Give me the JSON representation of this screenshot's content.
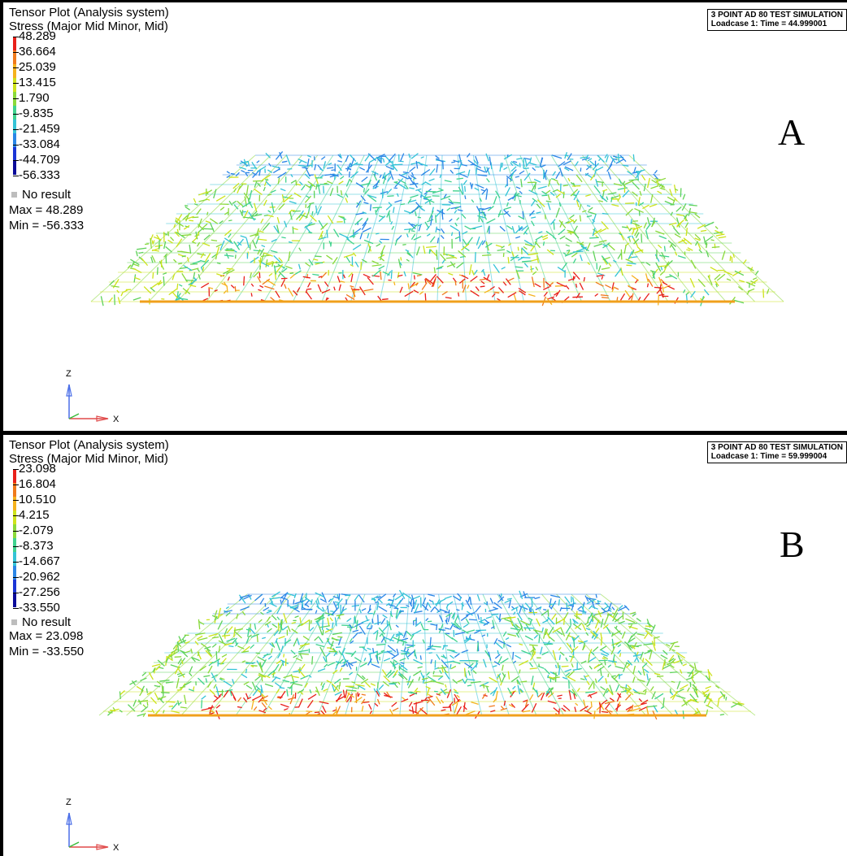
{
  "panels": [
    {
      "id": "A",
      "title": "Tensor Plot (Analysis system)",
      "subtitle": "Stress (Major Mid Minor, Mid)",
      "legend": [
        "48.289",
        "36.664",
        "25.039",
        "13.415",
        "1.790",
        "-9.835",
        "-21.459",
        "-33.084",
        "-44.709",
        "-56.333"
      ],
      "legend_colors": [
        "#e8201a",
        "#f07a1c",
        "#f5b21d",
        "#cde21b",
        "#8ad93a",
        "#3fd28e",
        "#34c3d6",
        "#2b86e6",
        "#1b35d6",
        "#0b0b9a"
      ],
      "no_result": "No result",
      "max_text": "Max = 48.289",
      "min_text": "Min = -56.333",
      "info_line1": "3 POINT AD 80 TEST SIMULATION",
      "info_line2": "Loadcase 1:  Time = 44.999001",
      "letter": "A",
      "axis_z": "Z",
      "axis_x": "X"
    },
    {
      "id": "B",
      "title": "Tensor Plot (Analysis system)",
      "subtitle": "Stress (Major Mid Minor, Mid)",
      "legend": [
        "23.098",
        "16.804",
        "10.510",
        "4.215",
        "-2.079",
        "-8.373",
        "-14.667",
        "-20.962",
        "-27.256",
        "-33.550"
      ],
      "legend_colors": [
        "#e8201a",
        "#f07a1c",
        "#f5b21d",
        "#cde21b",
        "#8ad93a",
        "#3fd28e",
        "#34c3d6",
        "#2b86e6",
        "#1b35d6",
        "#0b0b9a"
      ],
      "no_result": "No result",
      "max_text": "Max = 23.098",
      "min_text": "Min = -33.550",
      "info_line1": "3 POINT AD 80 TEST SIMULATION",
      "info_line2": "Loadcase 1:  Time = 59.999004",
      "letter": "B",
      "axis_z": "Z",
      "axis_x": "X"
    }
  ]
}
